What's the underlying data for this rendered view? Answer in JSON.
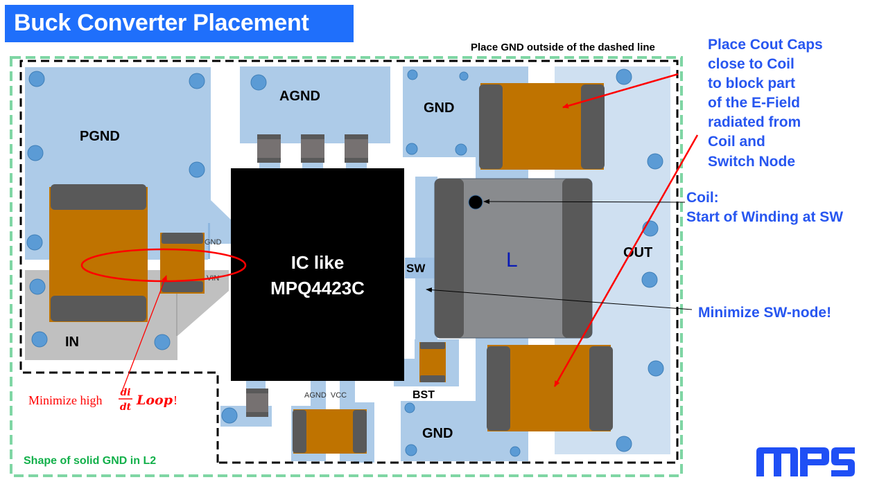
{
  "title": "Buck Converter Placement",
  "colors": {
    "title_bg": "#1f6ffb",
    "copper_dark": "#adcbe8",
    "copper_light": "#cfe0f1",
    "input_plane": "#c0c0c0",
    "via": "#5b9bd5",
    "cap_body": "#bf7300",
    "cap_terminal": "#595959",
    "inductor_body": "#898b8e",
    "ic_body": "#000000",
    "annotation_blue": "#2756f0",
    "annotation_red": "#ff0000",
    "gnd_boundary_green": "#7fd6a4",
    "logo_blue": "#1f4ff5"
  },
  "notes": {
    "gnd_outside": "Place GND outside of the dashed line",
    "cout_caps": [
      "Place Cout Caps",
      "close to Coil",
      "to block part",
      "of the E-Field",
      "radiated from",
      "Coil and",
      "Switch Node"
    ],
    "coil_line1": "Coil:",
    "coil_line2": "Start of Winding at SW",
    "minimize_sw": "Minimize SW-node!",
    "loop_prefix": "Minimize high",
    "loop_frac_num": "di",
    "loop_frac_den": "dt",
    "loop_word": "Loop",
    "loop_bang": "!",
    "solid_gnd": "Shape of solid GND in L2"
  },
  "labels": {
    "pgnd": "PGND",
    "agnd_top": "AGND",
    "gnd_top": "GND",
    "gnd_bottom": "GND",
    "in": "IN",
    "out": "OUT",
    "sw": "SW",
    "bst": "BST",
    "inductor": "L",
    "ic_line1": "IC like",
    "ic_line2": "MPQ4423C",
    "pin_gnd": "GND",
    "pin_vin": "VIN",
    "pin_agnd_vcc": "AGND  VCC"
  },
  "logo": "MPS"
}
